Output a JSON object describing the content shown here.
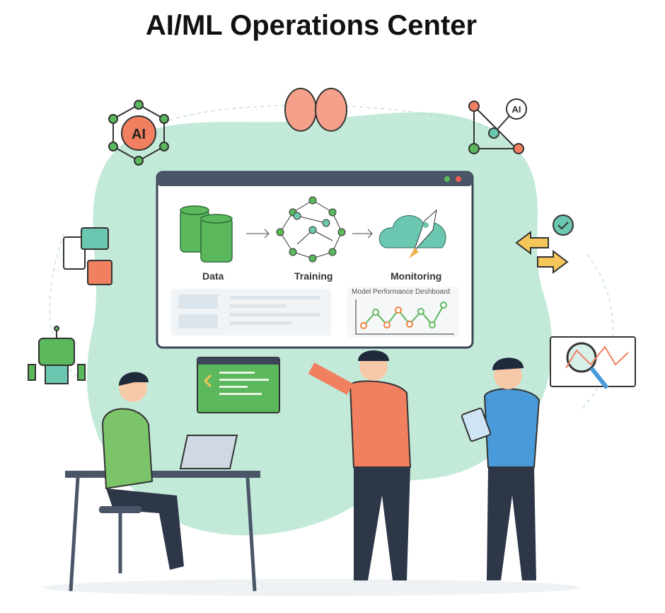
{
  "title": "AI/ML Operations Center",
  "pipeline": [
    {
      "label": "Data",
      "icon": "database-icon"
    },
    {
      "label": "Training",
      "icon": "neural-network-icon"
    },
    {
      "label": "Monitoring",
      "icon": "rocket-cloud-icon"
    }
  ],
  "dashboard_title": "Model Performance Deshboard",
  "ai_badge": "AI",
  "colors": {
    "accent": "#5cb85c",
    "blob": "#bfe8d8",
    "window_bar": "#4a5568",
    "orange": "#f08060",
    "blue": "#4a9ad9"
  }
}
